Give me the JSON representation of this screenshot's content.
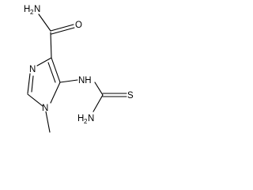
{
  "structure": {
    "atoms": {
      "amide_n": {
        "symbol": "H",
        "count": "2",
        "main": "N"
      },
      "amide_o": {
        "symbol": "O"
      },
      "ring_n3": {
        "symbol": "N"
      },
      "nh": {
        "symbol": "NH"
      },
      "thio_s": {
        "symbol": "S"
      },
      "thio_n": {
        "symbol": "H",
        "count": "2",
        "main": "N"
      },
      "ring_n1": {
        "symbol": "N"
      }
    }
  }
}
